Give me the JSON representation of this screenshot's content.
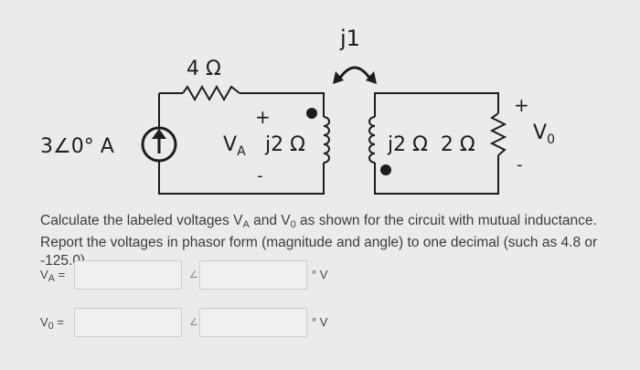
{
  "circuit": {
    "mutual_label": "j1",
    "resistor_label": "4 Ω",
    "source_label": "3∠0° A",
    "left_plus": "+",
    "left_minus": "-",
    "va_symbol": "V",
    "va_sub": "A",
    "left_inductor_label": "j2 Ω",
    "right_labels": "j2 Ω  2 Ω",
    "right_plus": "+",
    "right_minus": "-",
    "vo_symbol": "V",
    "vo_sub": "0"
  },
  "question": {
    "text_1": "Calculate the labeled voltages V",
    "sub_a": "A",
    "text_2": " and V",
    "sub_o": "0",
    "text_3": " as shown for the circuit with mutual inductance. Report the voltages in phasor form (magnitude and angle) to one decimal (such as 4.8 or -125.0)"
  },
  "answers": [
    {
      "label_main": "V",
      "label_sub": "A",
      "label_eq": " =",
      "magnitude_value": "",
      "angle_value": "",
      "angle_symbol": "∠",
      "unit": "° V"
    },
    {
      "label_main": "V",
      "label_sub": "0",
      "label_eq": " =",
      "magnitude_value": "",
      "angle_value": "",
      "angle_symbol": "∠",
      "unit": "° V"
    }
  ]
}
